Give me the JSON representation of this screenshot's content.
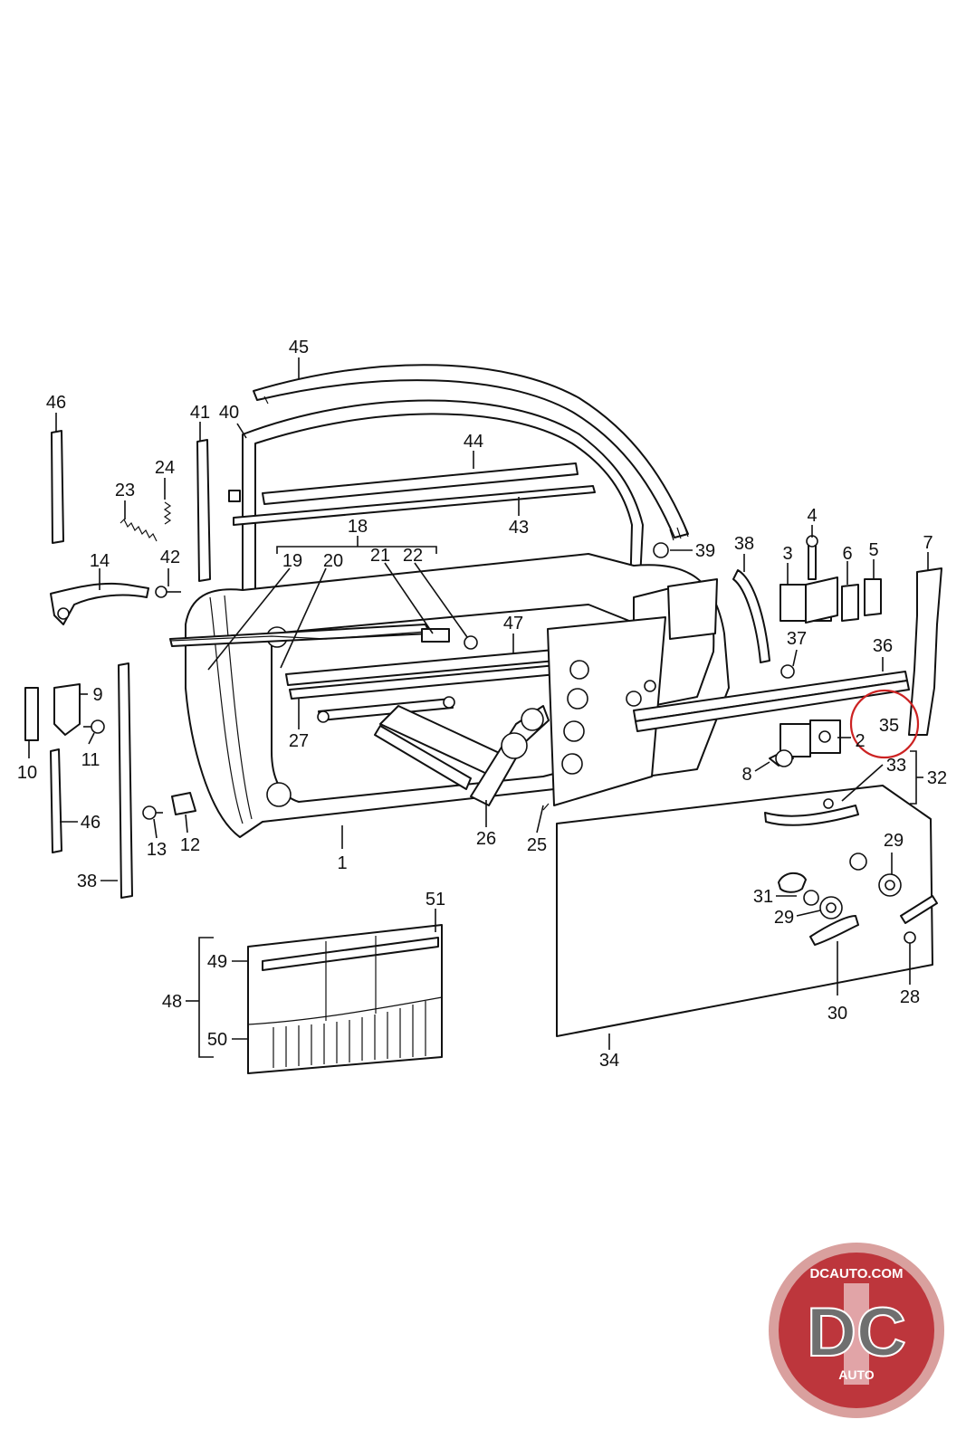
{
  "diagram": {
    "callouts": [
      "1",
      "2",
      "3",
      "4",
      "5",
      "6",
      "7",
      "8",
      "9",
      "10",
      "11",
      "12",
      "13",
      "14",
      "18",
      "19",
      "20",
      "21",
      "22",
      "23",
      "24",
      "25",
      "26",
      "27",
      "28",
      "29",
      "29",
      "30",
      "31",
      "32",
      "33",
      "34",
      "35",
      "36",
      "37",
      "38",
      "38",
      "39",
      "40",
      "41",
      "42",
      "43",
      "44",
      "45",
      "46",
      "46",
      "47",
      "48",
      "49",
      "50",
      "51"
    ],
    "highlight_color": "#cc2222"
  },
  "logo": {
    "top_text": "DCAUTO.COM",
    "letters": "DC",
    "bottom_text": "AUTO",
    "colors": {
      "badge": "#b8252c",
      "ring": "#d9a09e",
      "letters": "#6f6f6f"
    }
  }
}
